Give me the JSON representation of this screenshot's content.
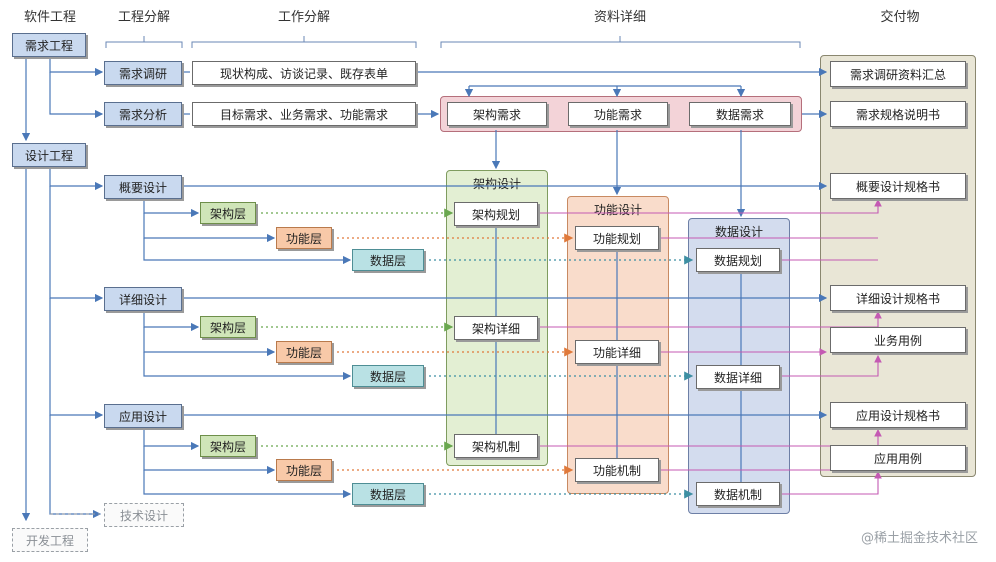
{
  "headers": {
    "software": "软件工程",
    "engineering_breakdown": "工程分解",
    "work_breakdown": "工作分解",
    "materials": "资料详细",
    "deliverables": "交付物"
  },
  "col1": {
    "requirements_engineering": "需求工程",
    "design_engineering": "设计工程",
    "development_engineering": "开发工程"
  },
  "col2": {
    "requirements_research": "需求调研",
    "requirements_analysis": "需求分析",
    "overview_design": "概要设计",
    "detailed_design": "详细设计",
    "application_design": "应用设计",
    "technical_design": "技术设计"
  },
  "work": {
    "research_items": "现状构成、访谈记录、既存表单",
    "analysis_items": "目标需求、业务需求、功能需求"
  },
  "layers": {
    "architecture": "架构层",
    "function": "功能层",
    "data": "数据层"
  },
  "req_group": {
    "architecture": "架构需求",
    "function": "功能需求",
    "data": "数据需求"
  },
  "panels": {
    "architecture": {
      "title": "架构设计",
      "items": [
        "架构规划",
        "架构详细",
        "架构机制"
      ]
    },
    "function": {
      "title": "功能设计",
      "items": [
        "功能规划",
        "功能详细",
        "功能机制"
      ]
    },
    "data": {
      "title": "数据设计",
      "items": [
        "数据规划",
        "数据详细",
        "数据机制"
      ]
    }
  },
  "deliverables": [
    "需求调研资料汇总",
    "需求规格说明书",
    "概要设计规格书",
    "详细设计规格书",
    "业务用例",
    "应用设计规格书",
    "应用用例"
  ],
  "watermark": "@稀土掘金技术社区",
  "colors": {
    "blue_line": "#4a78b8",
    "magenta_line": "#c45ab3",
    "orange_dot": "#e0793a",
    "green_dot": "#6aa84f",
    "teal_dot": "#3d8fa3"
  }
}
